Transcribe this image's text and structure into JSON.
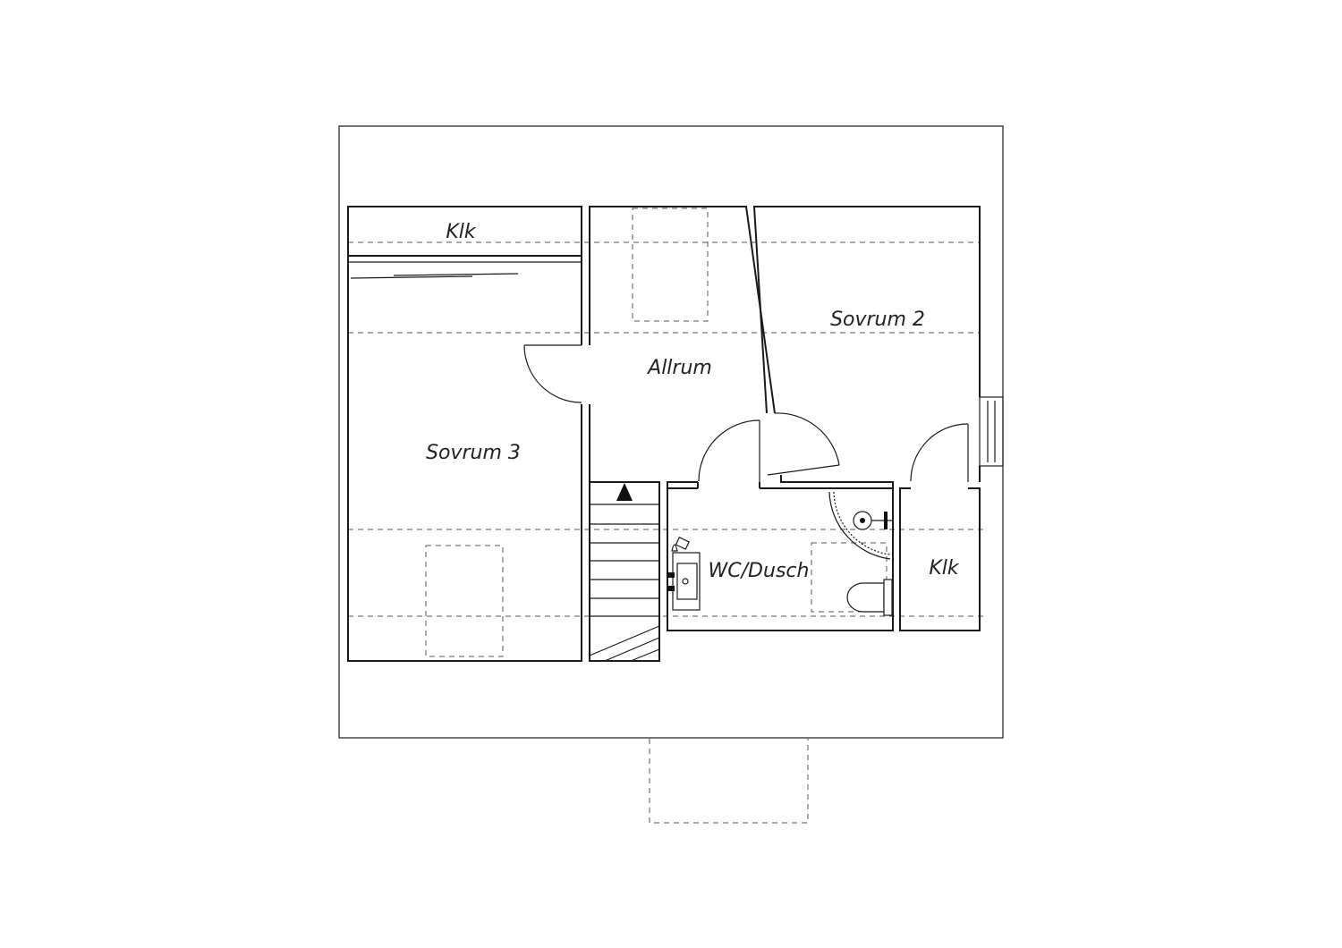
{
  "rooms": {
    "klk_top": "Klk",
    "sovrum_2": "Sovrum 2",
    "allrum": "Allrum",
    "sovrum_3": "Sovrum 3",
    "wc_dusch": "WC/Dusch",
    "klk_right": "Klk"
  },
  "colors": {
    "line": "#1a1a1a",
    "background": "#ffffff"
  }
}
